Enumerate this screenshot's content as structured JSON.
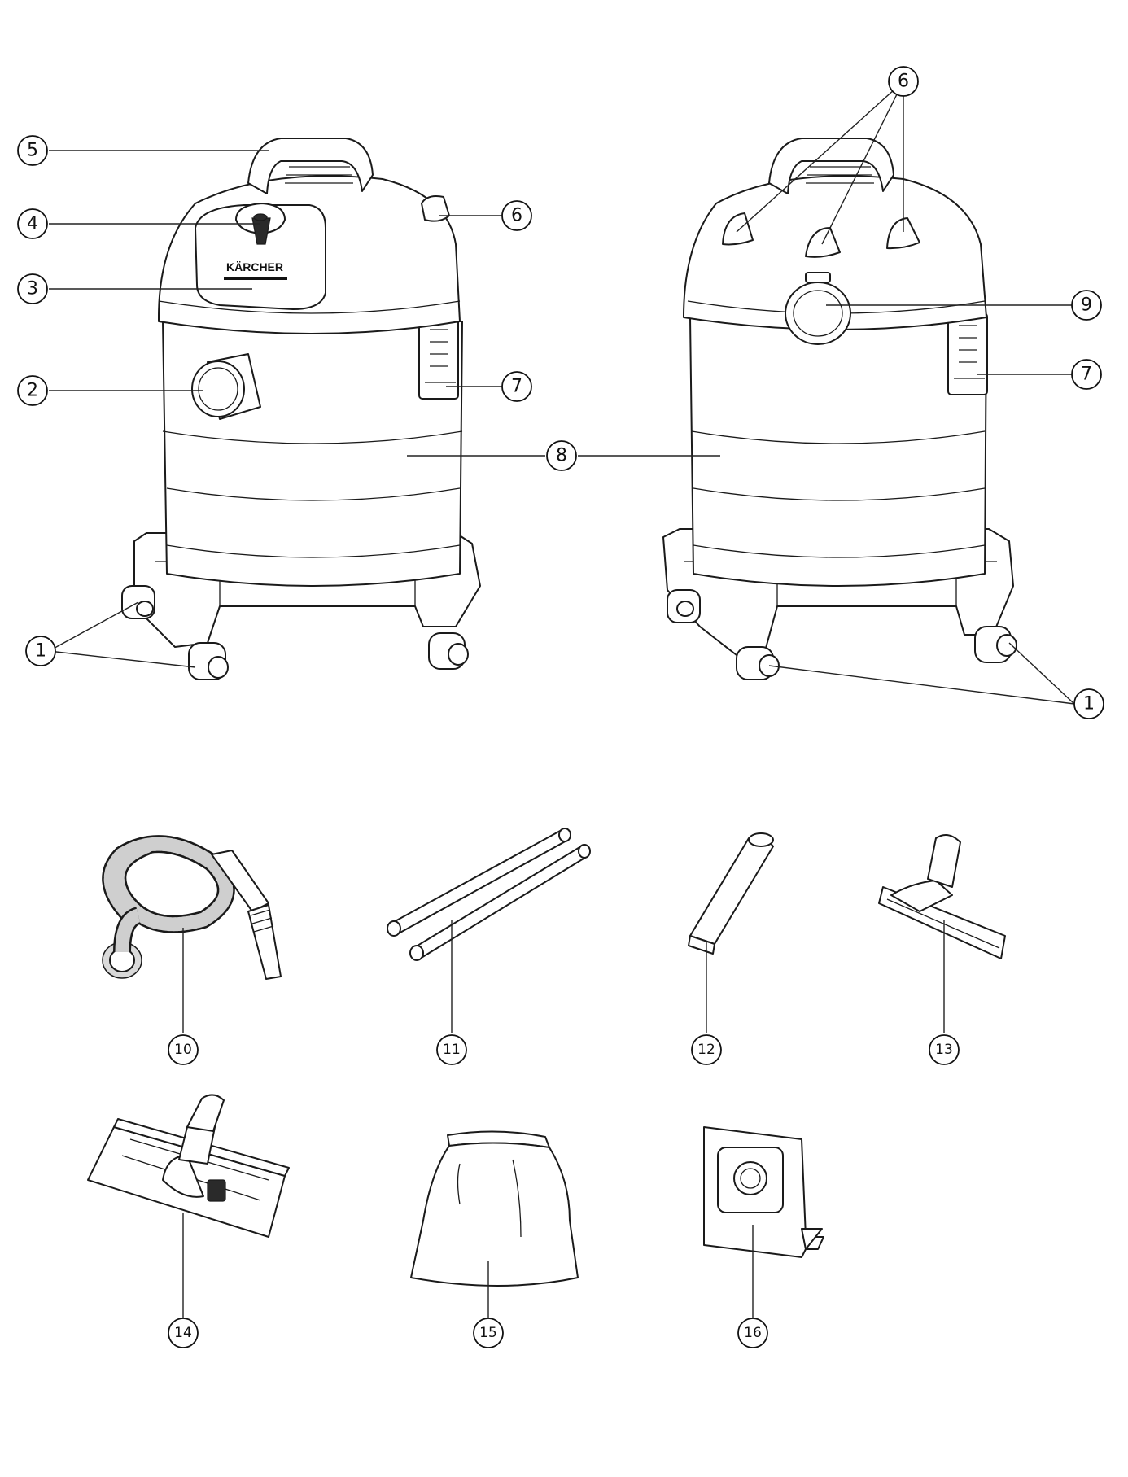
{
  "diagram": {
    "brand_label": "KÄRCHER",
    "callouts": {
      "c1": "1",
      "c2": "2",
      "c3": "3",
      "c4": "4",
      "c5": "5",
      "c6": "6",
      "c7": "7",
      "c8": "8",
      "c9": "9",
      "c10": "10",
      "c11": "11",
      "c12": "12",
      "c13": "13",
      "c14": "14",
      "c15": "15",
      "c16": "16"
    }
  }
}
